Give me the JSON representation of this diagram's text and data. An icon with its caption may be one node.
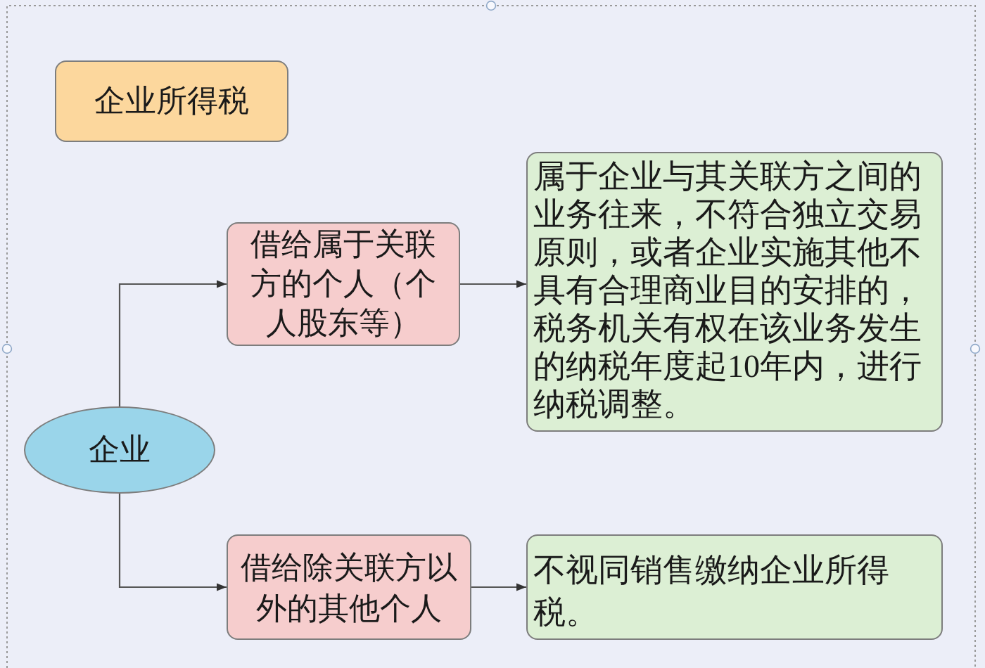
{
  "diagram": {
    "nodes": [
      {
        "text": [
          "企业所得税"
        ]
      },
      {
        "text": [
          "企业"
        ]
      },
      {
        "text": [
          "借给属于关联方的个人（个人股东等）"
        ]
      },
      {
        "text": [
          "属于企业与其关联方之间的业务往来，不符合独立交易原则，或者企业实施其他不具有合理商业目的安排的，税务机关有权在该业务发生的纳税年度起10年内，进行纳税调整。"
        ]
      },
      {
        "text": [
          "借给除关联方以外的其他个人"
        ]
      },
      {
        "text": [
          "不视同销售缴纳企业所得税。"
        ]
      }
    ],
    "edges": [
      {
        "from": 1,
        "to": 2,
        "arrow": "to"
      },
      {
        "from": 2,
        "to": 3,
        "arrow": "to"
      },
      {
        "from": 1,
        "to": 4,
        "arrow": "to"
      },
      {
        "from": 4,
        "to": 5,
        "arrow": "to"
      }
    ]
  }
}
